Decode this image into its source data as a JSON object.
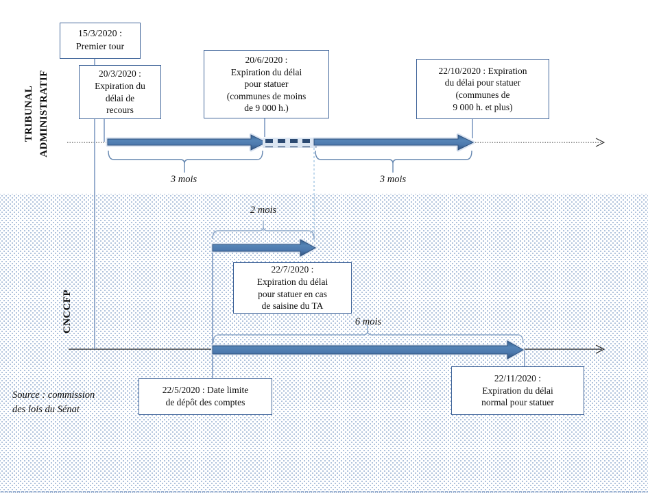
{
  "diagram": {
    "tracks": {
      "tribunal_administratif": {
        "label": "TRIBUNAL\nADMINISTRATIF"
      },
      "cnccfp": {
        "label": "CNCCFP"
      }
    },
    "events": {
      "premier_tour": "15/3/2020 :\nPremier tour",
      "expiration_recours": "20/3/2020 :\nExpiration du\ndélai de\nrecours",
      "statuer_moins_9000": "20/6/2020 :\nExpiration du délai\npour statuer\n(communes de moins\nde 9 000 h.)",
      "statuer_9000_plus": "22/10/2020 : Expiration\ndu délai pour statuer\n(communes de\n9 000 h. et plus)",
      "statuer_saisine_ta": "22/7/2020 :\nExpiration du délai\npour statuer en cas\nde saisine du TA",
      "depot_comptes": "22/5/2020 : Date limite\nde dépôt des comptes",
      "statuer_normal": "22/11/2020 :\nExpiration du délai\nnormal pour statuer"
    },
    "durations": {
      "ta_segment_1": "3 mois",
      "ta_segment_2": "3 mois",
      "cnccfp_saisine": "2 mois",
      "cnccfp_normal": "6 mois"
    },
    "source": "Source : commission\ndes lois  du Sénat",
    "colors": {
      "box_border": "#3f6499",
      "arrow_fill_mid": "#4d79ae",
      "arrow_fill_edge": "#35608f",
      "arrow_glow": "#d9e3f1",
      "dash_segment": "#2c4a72",
      "connector": "#7e9ac2",
      "brace": "#7b97bd",
      "axis": "#303030",
      "dots": "#557db4"
    }
  }
}
